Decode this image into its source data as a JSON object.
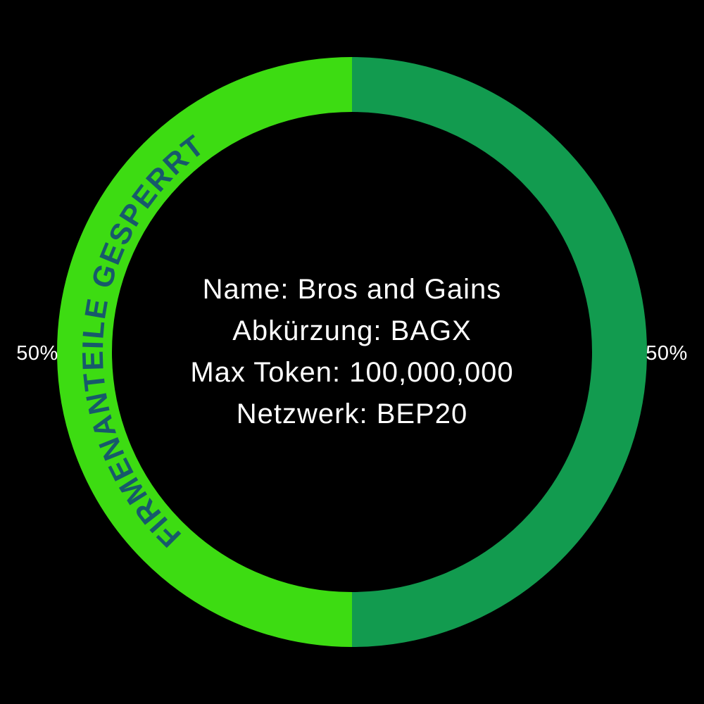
{
  "page": {
    "background": "#000000"
  },
  "chart_data": {
    "type": "pie",
    "style": "donut",
    "title": "",
    "legend": "none",
    "slices": [
      {
        "label": "FIRMENANTEILE GESPERRT",
        "value_pct": 50,
        "pct_label": "50%",
        "color": "#3ddc12",
        "label_color": "#17596b"
      },
      {
        "label": "",
        "value_pct": 50,
        "pct_label": "50%",
        "color": "#129b4f",
        "label_color": ""
      }
    ],
    "pct_label_color": "#ffffff",
    "center_text_color": "#ffffff",
    "center_text": [
      "Name: Bros and Gains",
      "Abkürzung: BAGX",
      "Max Token: 100,000,000",
      "Netzwerk: BEP20"
    ],
    "token": {
      "name": "Bros and Gains",
      "symbol": "BAGX",
      "max_token": "100,000,000",
      "network": "BEP20"
    }
  }
}
